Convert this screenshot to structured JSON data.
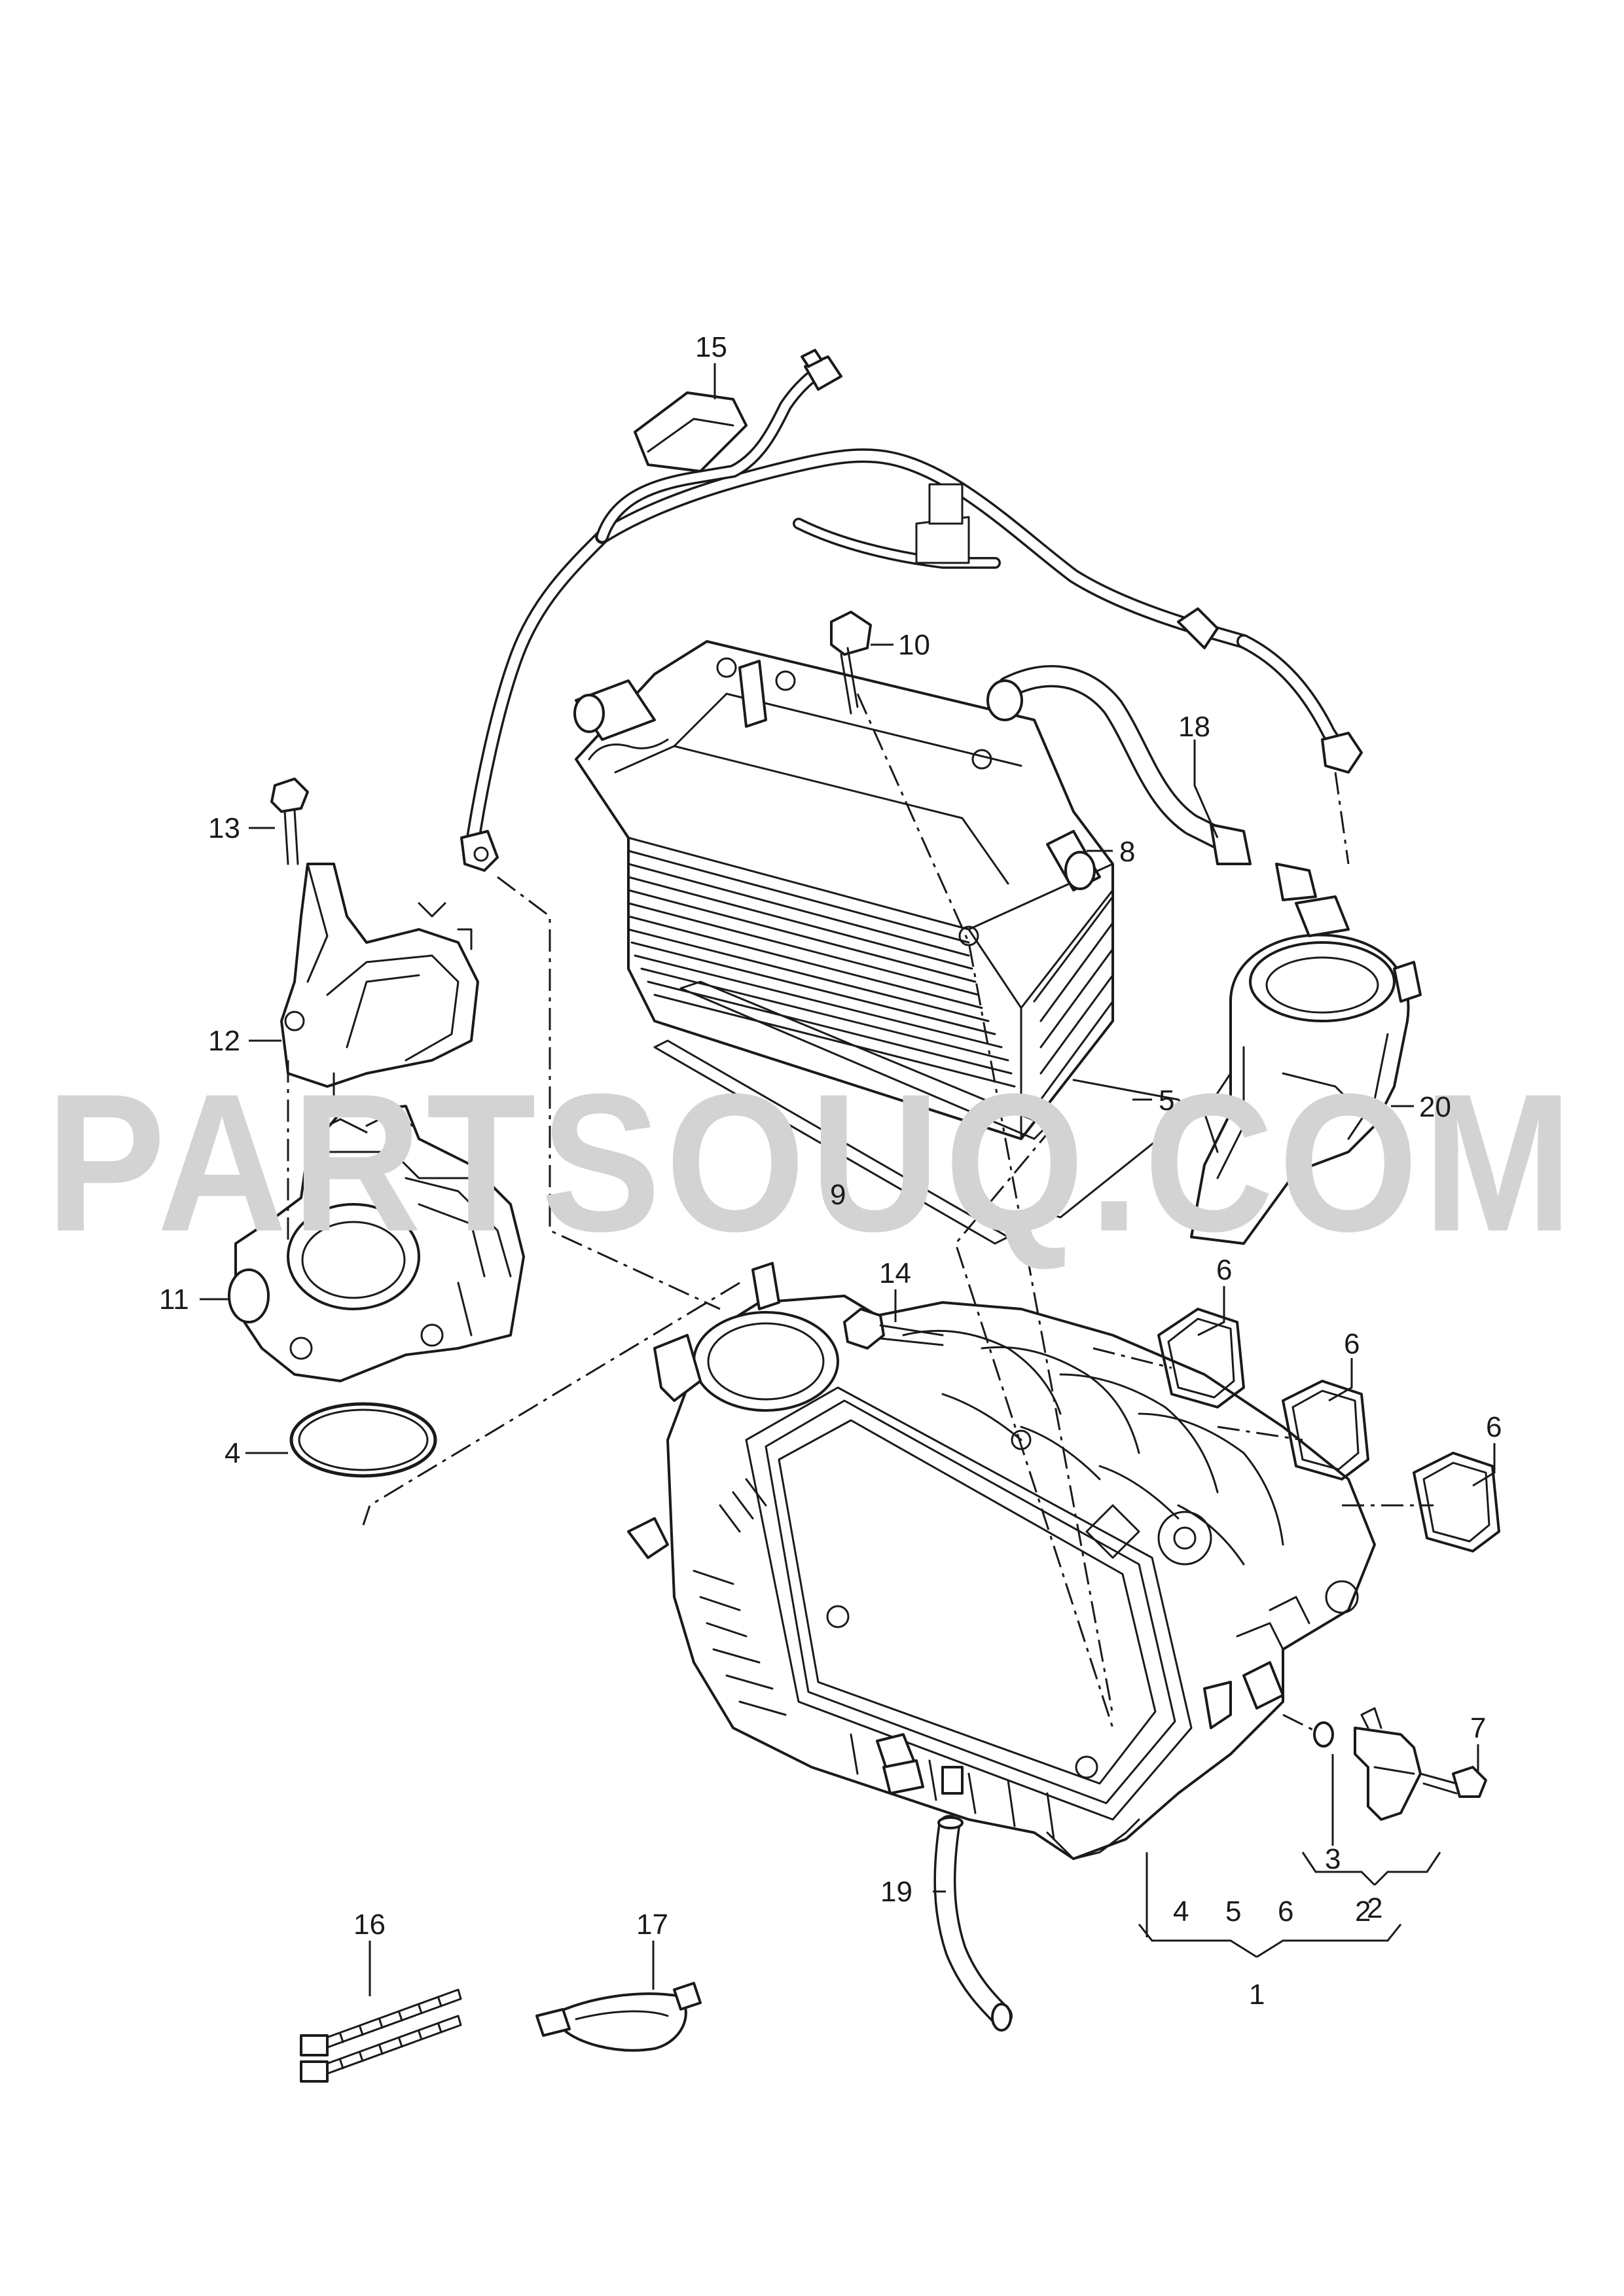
{
  "watermark": "PARTSOUQ.COM",
  "callouts": {
    "c1": "1",
    "c2a": "2",
    "c2b": "2",
    "c3": "3",
    "c4a": "4",
    "c4b": "4",
    "c5a": "5",
    "c5b": "5",
    "c6a": "6",
    "c6b": "6",
    "c6c": "6",
    "c6d": "6",
    "c7": "7",
    "c8": "8",
    "c9": "9",
    "c10": "10",
    "c11": "11",
    "c12": "12",
    "c13": "13",
    "c14": "14",
    "c15": "15",
    "c16": "16",
    "c17": "17",
    "c18": "18",
    "c19": "19",
    "c20": "20"
  },
  "colors": {
    "line": "#1a1a1a",
    "watermark": "#d3d3d3",
    "background": "#ffffff"
  }
}
